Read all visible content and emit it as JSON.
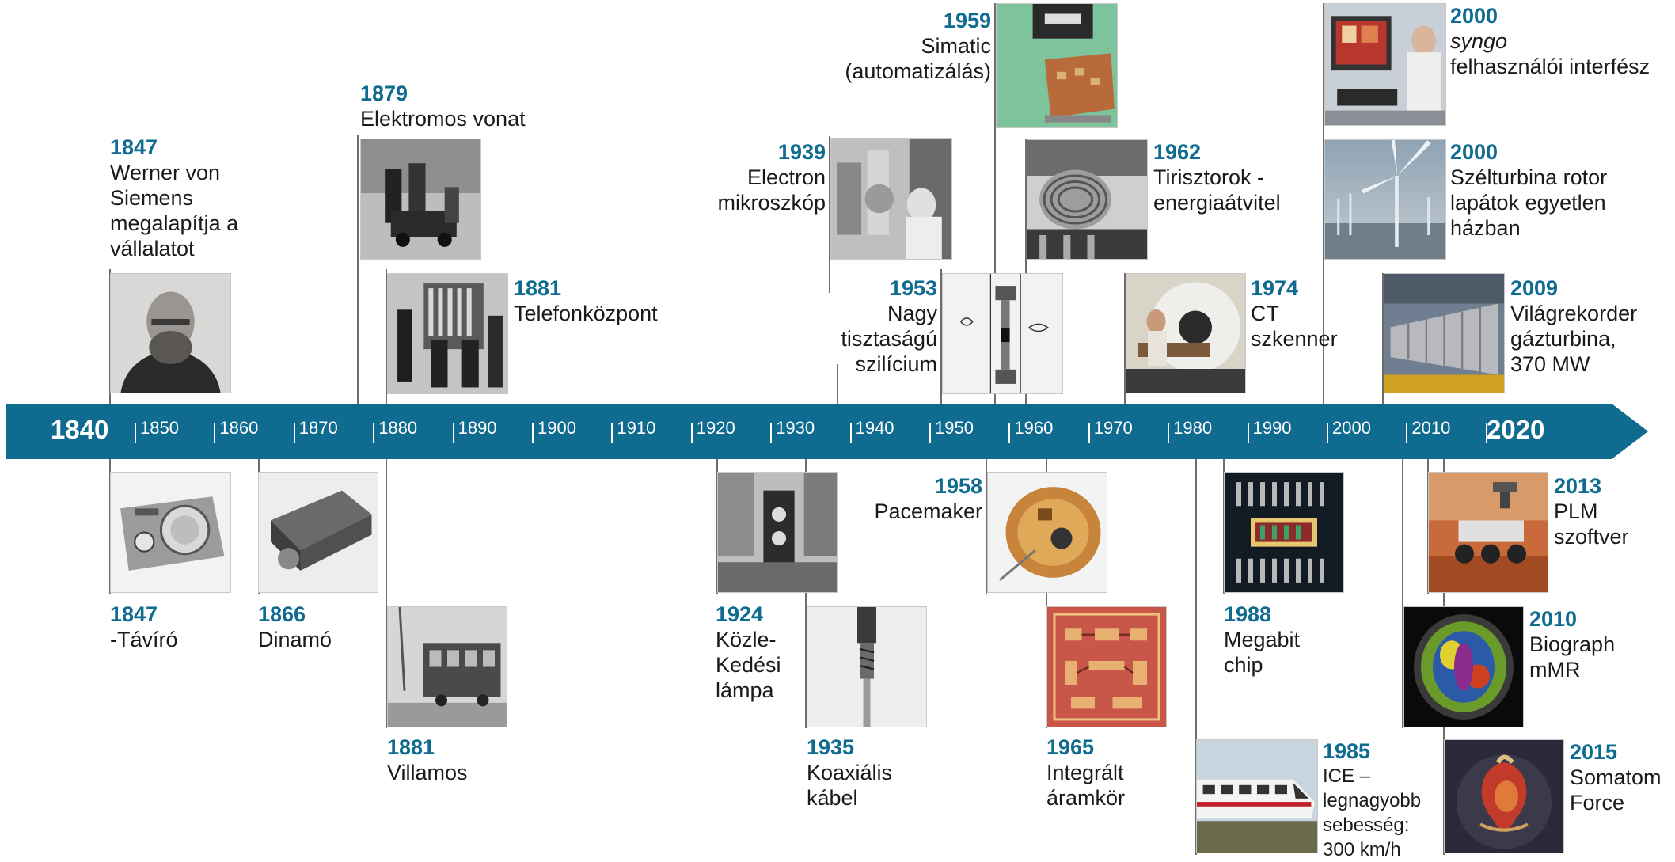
{
  "timeline": {
    "start_label": "1840",
    "end_label": "2020",
    "decades": [
      "1850",
      "1860",
      "1870",
      "1880",
      "1890",
      "1900",
      "1910",
      "1920",
      "1930",
      "1940",
      "1950",
      "1960",
      "1970",
      "1980",
      "1990",
      "2000",
      "2010"
    ],
    "band_color": "#0f6b8f",
    "year_color": "#0f6b8f"
  },
  "events": {
    "siemens_1847": {
      "year": "1847",
      "text": "Werner von\nSiemens\nmegalapítja a\nvállalatot",
      "image": "portrait-photo"
    },
    "train_1879": {
      "year": "1879",
      "text": "Elektromos vonat",
      "image": "electric-train-photo"
    },
    "telephone_1881": {
      "year": "1881",
      "text": "Telefonközpont",
      "image": "telephone-exchange-photo"
    },
    "microscope_1939": {
      "year": "1939",
      "text": "Electron\nmikroszkóp",
      "image": "electron-microscope-photo"
    },
    "simatic_1959": {
      "year": "1959",
      "text": "Simatic\n(automatizálás)",
      "image": "simatic-module-photo"
    },
    "silicon_1953": {
      "year": "1953",
      "text": "Nagy\ntisztaságú\nszilícium",
      "image": "silicon-diagram"
    },
    "thyristor_1962": {
      "year": "1962",
      "text": "Tirisztorok -\nenergiaátvitel",
      "image": "thyristor-photo"
    },
    "ct_1974": {
      "year": "1974",
      "text": "CT\nszkenner",
      "image": "ct-scanner-photo"
    },
    "syngo_2000": {
      "year": "2000",
      "italic": "syngo",
      "text": "felhasználói interfész",
      "image": "user-interface-photo"
    },
    "wind_2000": {
      "year": "2000",
      "text": "Szélturbina rotor\nlapátok egyetlen\nházban",
      "image": "wind-turbine-photo"
    },
    "turbine_2009": {
      "year": "2009",
      "text": "Világrekorder\ngázturbina,\n370 MW",
      "image": "gas-turbine-photo"
    },
    "telegraph_1847": {
      "year": "1847",
      "text": "-Távíró",
      "image": "telegraph-photo"
    },
    "dynamo_1866": {
      "year": "1866",
      "text": "Dinamó",
      "image": "dynamo-photo"
    },
    "tram_1881": {
      "year": "1881",
      "text": "Villamos",
      "image": "tram-photo"
    },
    "lamp_1924": {
      "year": "1924",
      "text": "Közle-\nKedési\nlámpa",
      "image": "traffic-light-photo"
    },
    "cable_1935": {
      "year": "1935",
      "text": "Koaxiális\nkábel",
      "image": "coaxial-cable-photo"
    },
    "pacemaker_1958": {
      "year": "1958",
      "text": "Pacemaker",
      "image": "pacemaker-photo"
    },
    "ic_1965": {
      "year": "1965",
      "text": "Integrált\náramkör",
      "image": "integrated-circuit-photo"
    },
    "ice_1985": {
      "year": "1985",
      "text": "ICE –\nlegnagyobb\nsebesség:\n300 km/h",
      "image": "ice-train-photo"
    },
    "chip_1988": {
      "year": "1988",
      "text": "Megabit\nchip",
      "image": "megabit-chip-photo"
    },
    "plm_2013": {
      "year": "2013",
      "text": "PLM\nszoftver",
      "image": "mars-rover-photo"
    },
    "mmr_2010": {
      "year": "2010",
      "text": "Biograph\nmMR",
      "image": "brain-scan-photo"
    },
    "somatom_2015": {
      "year": "2015",
      "text": "Somatom\nForce",
      "image": "heart-ct-photo"
    }
  }
}
